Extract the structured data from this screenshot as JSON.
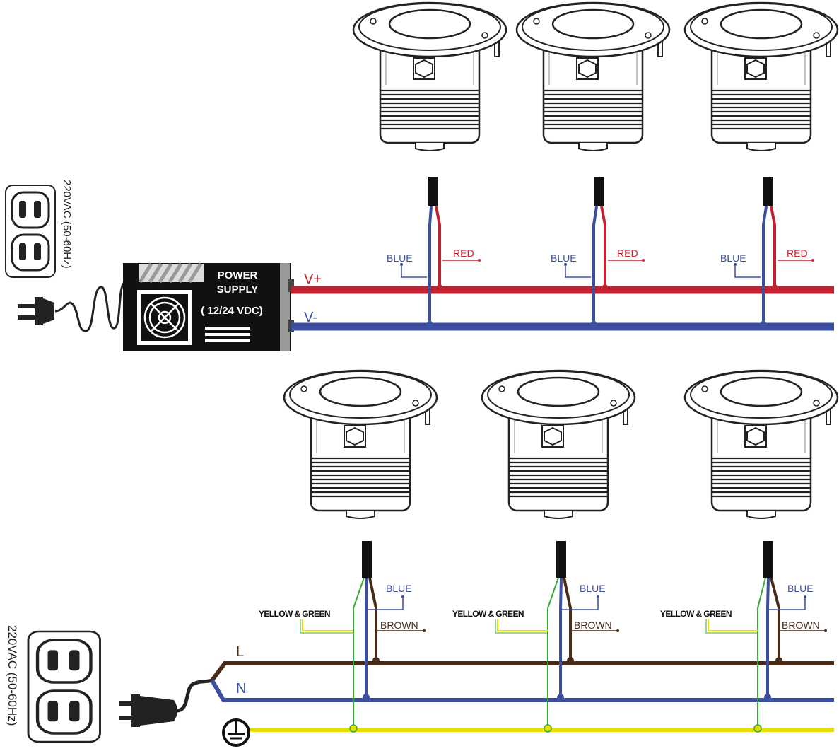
{
  "dc_section": {
    "outlet_label": "220VAC (50-60Hz)",
    "power_supply": {
      "line1": "POWER",
      "line2": "SUPPLY",
      "line3": "( 12/24 VDC)"
    },
    "positive_rail_label": "V+",
    "negative_rail_label": "V-",
    "wire_labels": {
      "blue": "BLUE",
      "red": "RED"
    },
    "colors": {
      "positive": "#c0232f",
      "negative": "#3b4fa0",
      "cable": "#111111"
    }
  },
  "ac_section": {
    "outlet_label": "220VAC (50-60Hz)",
    "live_label": "L",
    "neutral_label": "N",
    "wire_labels": {
      "blue": "BLUE",
      "brown": "BROWN",
      "earth": "YELLOW & GREEN"
    },
    "colors": {
      "live": "#4a2a18",
      "neutral": "#3b4fa0",
      "earth_yellow": "#e8e000",
      "earth_green": "#3aa935"
    }
  }
}
